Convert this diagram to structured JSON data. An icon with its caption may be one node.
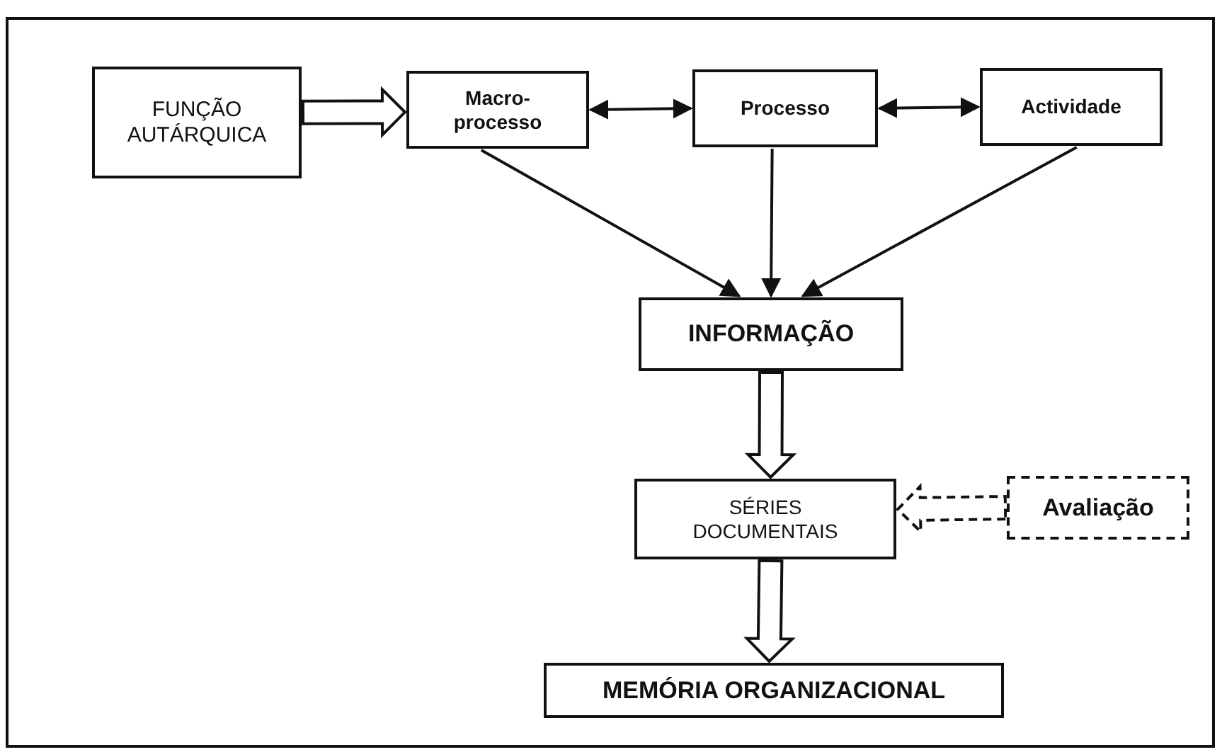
{
  "diagram": {
    "nodes": [
      {
        "text": [
          "FUNÇÃO AUTÁRQUICA"
        ]
      },
      {
        "text": [
          "Macro-processo"
        ]
      },
      {
        "text": [
          "Processo"
        ]
      },
      {
        "text": [
          "Actividade"
        ]
      },
      {
        "text": [
          "INFORMAÇÃO"
        ]
      },
      {
        "text": [
          "SÉRIES DOCUMENTAIS"
        ]
      },
      {
        "text": [
          "Avaliação"
        ]
      },
      {
        "text": [
          "MEMÓRIA ORGANIZACIONAL"
        ]
      }
    ],
    "edges": [
      {
        "from": 0,
        "to": 1,
        "arrow": "to",
        "style": "thick"
      },
      {
        "from": 1,
        "to": 2,
        "arrow": "both"
      },
      {
        "from": 2,
        "to": 3,
        "arrow": "both"
      },
      {
        "from": 1,
        "to": 4,
        "arrow": "to"
      },
      {
        "from": 2,
        "to": 4,
        "arrow": "to"
      },
      {
        "from": 3,
        "to": 4,
        "arrow": "to"
      },
      {
        "from": 4,
        "to": 5,
        "arrow": "to",
        "style": "thick"
      },
      {
        "from": 6,
        "to": 5,
        "arrow": "to",
        "style": "dashed"
      },
      {
        "from": 5,
        "to": 7,
        "arrow": "to",
        "style": "thick"
      }
    ]
  }
}
